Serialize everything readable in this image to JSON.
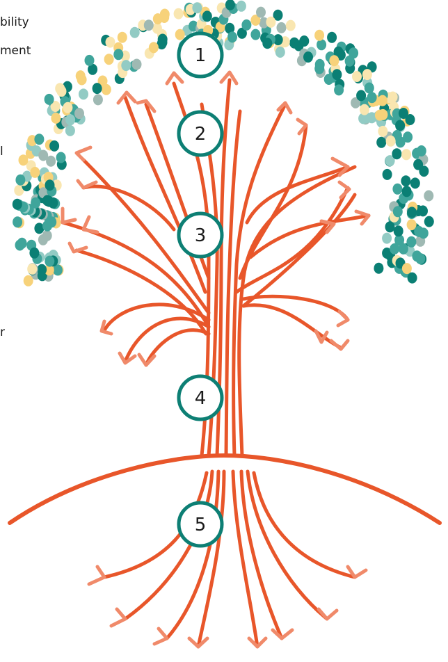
{
  "clipped_text": {
    "line1": "bility",
    "line2": "ment",
    "line3": "l",
    "line4": "r"
  },
  "markers": [
    {
      "label": "1"
    },
    {
      "label": "2"
    },
    {
      "label": "3"
    },
    {
      "label": "4"
    },
    {
      "label": "5"
    }
  ],
  "colors": {
    "trunk": "#e8562a",
    "arrow": "#f08a6a",
    "teal_dark": "#0b7f74",
    "teal_mid": "#3fa59b",
    "teal_light": "#92cbc4",
    "gray_teal": "#9fb9b3",
    "yellow": "#f7d27a",
    "cream": "#f9e6b0",
    "marker_ring": "#0d7f74"
  }
}
